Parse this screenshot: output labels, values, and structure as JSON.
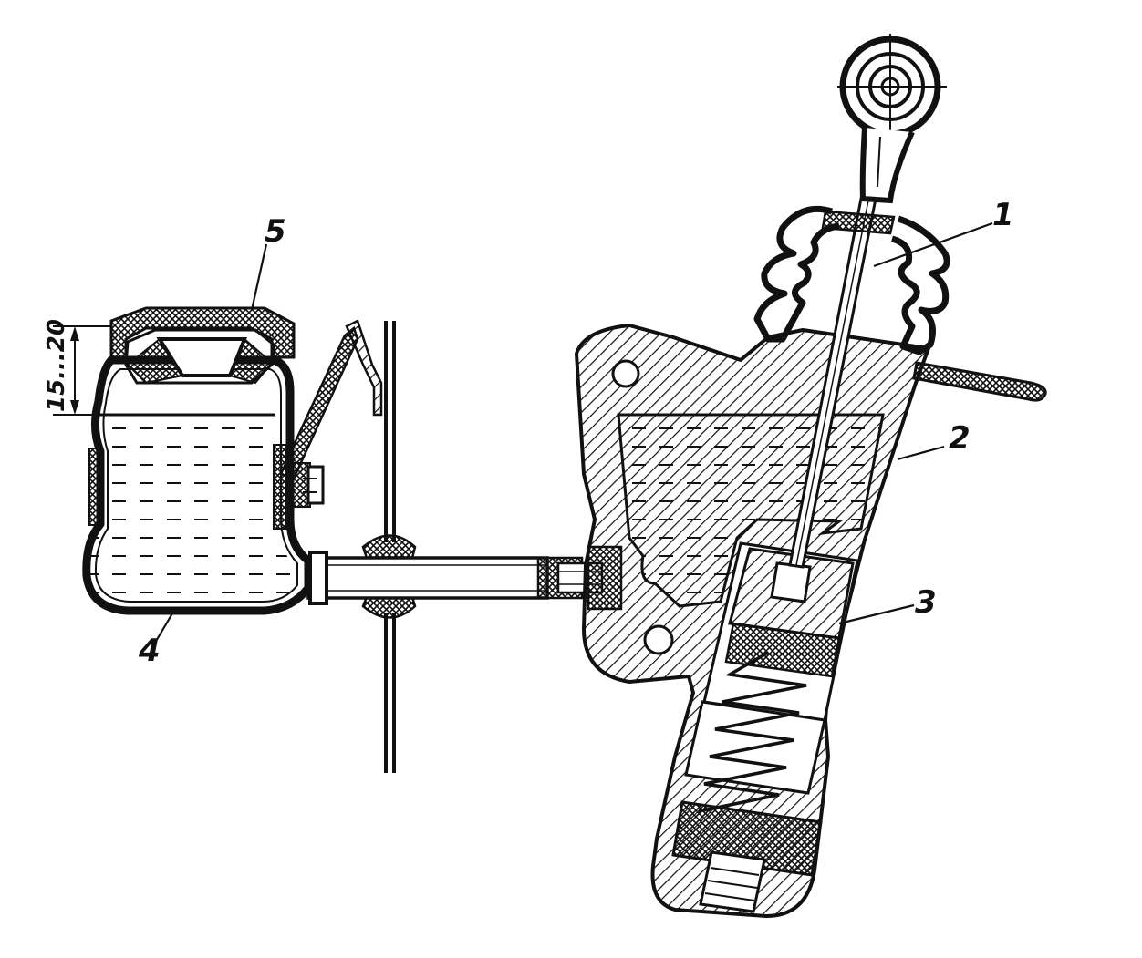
{
  "diagram": {
    "callouts": {
      "c1": "1",
      "c2": "2",
      "c3": "3",
      "c4": "4",
      "c5": "5"
    },
    "dimension_label": "15...20"
  },
  "colors": {
    "ink": "#111111",
    "paper": "#ffffff"
  }
}
